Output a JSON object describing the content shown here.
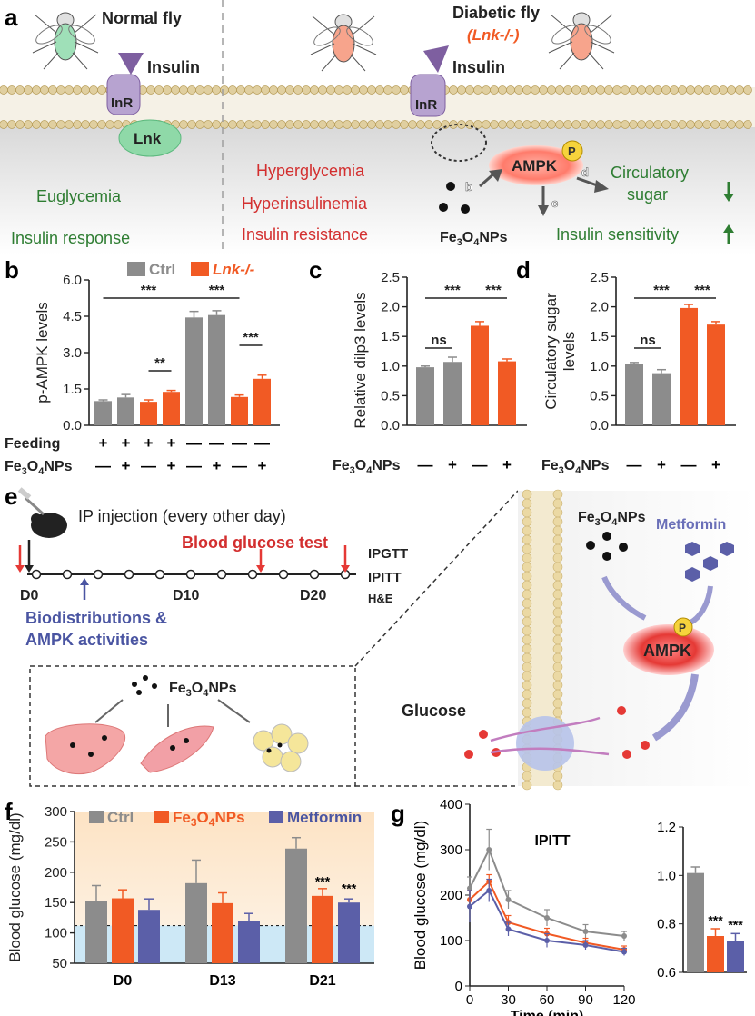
{
  "colors": {
    "ctrl": "#8c8c8c",
    "lnk": "#f15a24",
    "metformin": "#5b5fa8",
    "green": "#2e7d32",
    "red": "#d32f2f",
    "blue": "#4a55a2"
  },
  "panel_a": {
    "label": "a",
    "normal_fly": "Normal fly",
    "diabetic_fly": "Diabetic fly",
    "lnk_tag": "(Lnk-/-)",
    "insulin": "Insulin",
    "inr": "InR",
    "lnk": "Lnk",
    "euglycemia": "Euglycemia",
    "insulin_response": "Insulin response",
    "hyperglycemia": "Hyperglycemia",
    "hyperinsulinemia": "Hyperinsulinemia",
    "insulin_resistance": "Insulin resistance",
    "ampk": "AMPK",
    "p": "P",
    "arrow_b": "b",
    "arrow_c": "c",
    "arrow_d": "d",
    "circulatory_sugar_1": "Circulatory",
    "circulatory_sugar_2": "sugar",
    "insulin_sensitivity": "Insulin sensitivity",
    "fe3o4nps": "Fe3O4NPs"
  },
  "chart_data": [
    {
      "id": "b",
      "type": "bar",
      "label": "b",
      "ylabel": "p-AMPK levels",
      "ylim": [
        0,
        6
      ],
      "yticks": [
        "0.0",
        "1.5",
        "3.0",
        "4.5",
        "6.0"
      ],
      "legend": [
        "Ctrl",
        "Lnk-/-"
      ],
      "values": [
        1.0,
        1.15,
        0.97,
        1.38,
        4.45,
        4.55,
        1.17,
        1.92
      ],
      "errors": [
        0.05,
        0.12,
        0.08,
        0.06,
        0.25,
        0.18,
        0.08,
        0.15
      ],
      "groups": [
        "ctrl",
        "ctrl",
        "lnk",
        "lnk",
        "ctrl",
        "ctrl",
        "lnk",
        "lnk"
      ],
      "row1_label": "Feeding",
      "row1": [
        "+",
        "+",
        "+",
        "+",
        "—",
        "—",
        "—",
        "—"
      ],
      "row2_label": "Fe3O4NPs",
      "row2": [
        "—",
        "+",
        "—",
        "+",
        "—",
        "+",
        "—",
        "+"
      ],
      "sig": [
        "***",
        "***",
        "**",
        "***"
      ]
    },
    {
      "id": "c",
      "type": "bar",
      "label": "c",
      "ylabel": "Relative dilp3 levels",
      "ylim": [
        0,
        2.5
      ],
      "yticks": [
        "0.0",
        "0.5",
        "1.0",
        "1.5",
        "2.0",
        "2.5"
      ],
      "values": [
        0.98,
        1.07,
        1.68,
        1.08
      ],
      "errors": [
        0.02,
        0.08,
        0.07,
        0.04
      ],
      "groups": [
        "ctrl",
        "ctrl",
        "lnk",
        "lnk"
      ],
      "row_label": "Fe3O4NPs",
      "row": [
        "—",
        "+",
        "—",
        "+"
      ],
      "sig": [
        "***",
        "***",
        "ns"
      ]
    },
    {
      "id": "d",
      "type": "bar",
      "label": "d",
      "ylabel": "Circulatory sugar levels",
      "ylabel1": "Circulatory sugar",
      "ylabel2": "levels",
      "ylim": [
        0,
        2.5
      ],
      "yticks": [
        "0.0",
        "0.5",
        "1.0",
        "1.5",
        "2.0",
        "2.5"
      ],
      "values": [
        1.03,
        0.88,
        1.98,
        1.7
      ],
      "errors": [
        0.03,
        0.06,
        0.06,
        0.05
      ],
      "groups": [
        "ctrl",
        "ctrl",
        "lnk",
        "lnk"
      ],
      "row_label": "Fe3O4NPs",
      "row": [
        "—",
        "+",
        "—",
        "+"
      ],
      "sig": [
        "***",
        "***",
        "ns"
      ]
    },
    {
      "id": "f",
      "type": "bar",
      "label": "f",
      "ylabel": "Blood glucose (mg/dl)",
      "ylim": [
        50,
        300
      ],
      "yticks": [
        "50",
        "100",
        "150",
        "200",
        "250",
        "300"
      ],
      "categories": [
        "D0",
        "D13",
        "D21"
      ],
      "legend": [
        "Ctrl",
        "Fe3O4NPs",
        "Metformin"
      ],
      "series": [
        {
          "name": "Ctrl",
          "values": [
            153,
            182,
            239
          ],
          "errors": [
            25,
            38,
            18
          ]
        },
        {
          "name": "Fe3O4NPs",
          "values": [
            157,
            149,
            161
          ],
          "errors": [
            14,
            17,
            12
          ]
        },
        {
          "name": "Metformin",
          "values": [
            138,
            119,
            150
          ],
          "errors": [
            18,
            13,
            6
          ]
        }
      ],
      "dashed_line": 112,
      "sig": [
        "***",
        "***"
      ]
    },
    {
      "id": "g",
      "type": "line",
      "label": "g",
      "ylabel": "Blood glucose (mg/dl)",
      "xlabel": "Time (min)",
      "title": "IPITT",
      "ylim": [
        0,
        400
      ],
      "yticks": [
        "0",
        "100",
        "200",
        "300",
        "400"
      ],
      "xlim": [
        0,
        120
      ],
      "xticks": [
        "0",
        "30",
        "60",
        "90",
        "120"
      ],
      "x": [
        0,
        15,
        30,
        60,
        90,
        120
      ],
      "series": [
        {
          "name": "Ctrl",
          "values": [
            215,
            300,
            190,
            150,
            120,
            110
          ],
          "errors": [
            25,
            45,
            20,
            18,
            15,
            10
          ]
        },
        {
          "name": "Fe3O4NPs",
          "values": [
            190,
            230,
            140,
            115,
            95,
            80
          ],
          "errors": [
            20,
            15,
            15,
            12,
            10,
            8
          ]
        },
        {
          "name": "Metformin",
          "values": [
            175,
            210,
            125,
            100,
            90,
            75
          ],
          "errors": [
            35,
            25,
            15,
            15,
            10,
            8
          ]
        }
      ]
    },
    {
      "id": "g2",
      "type": "bar",
      "ylim": [
        0.6,
        1.2
      ],
      "yticks": [
        "0.6",
        "0.8",
        "1.0",
        "1.2"
      ],
      "values": [
        1.01,
        0.75,
        0.73
      ],
      "errors": [
        0.025,
        0.03,
        0.03
      ],
      "groups": [
        "ctrl",
        "lnk",
        "metformin"
      ],
      "sig": [
        "***",
        "***"
      ]
    }
  ],
  "panel_e": {
    "label": "e",
    "ip_injection": "IP injection (every other day)",
    "blood_glucose_test": "Blood glucose test",
    "d0": "D0",
    "d10": "D10",
    "d20": "D20",
    "ipgtt": "IPGTT",
    "ipitt": "IPITT",
    "he": "H&E",
    "biodist_1": "Biodistributions &",
    "biodist_2": "AMPK activities",
    "fe3o4nps": "Fe3O4NPs",
    "metformin": "Metformin",
    "ampk": "AMPK",
    "p": "P",
    "glucose": "Glucose"
  }
}
